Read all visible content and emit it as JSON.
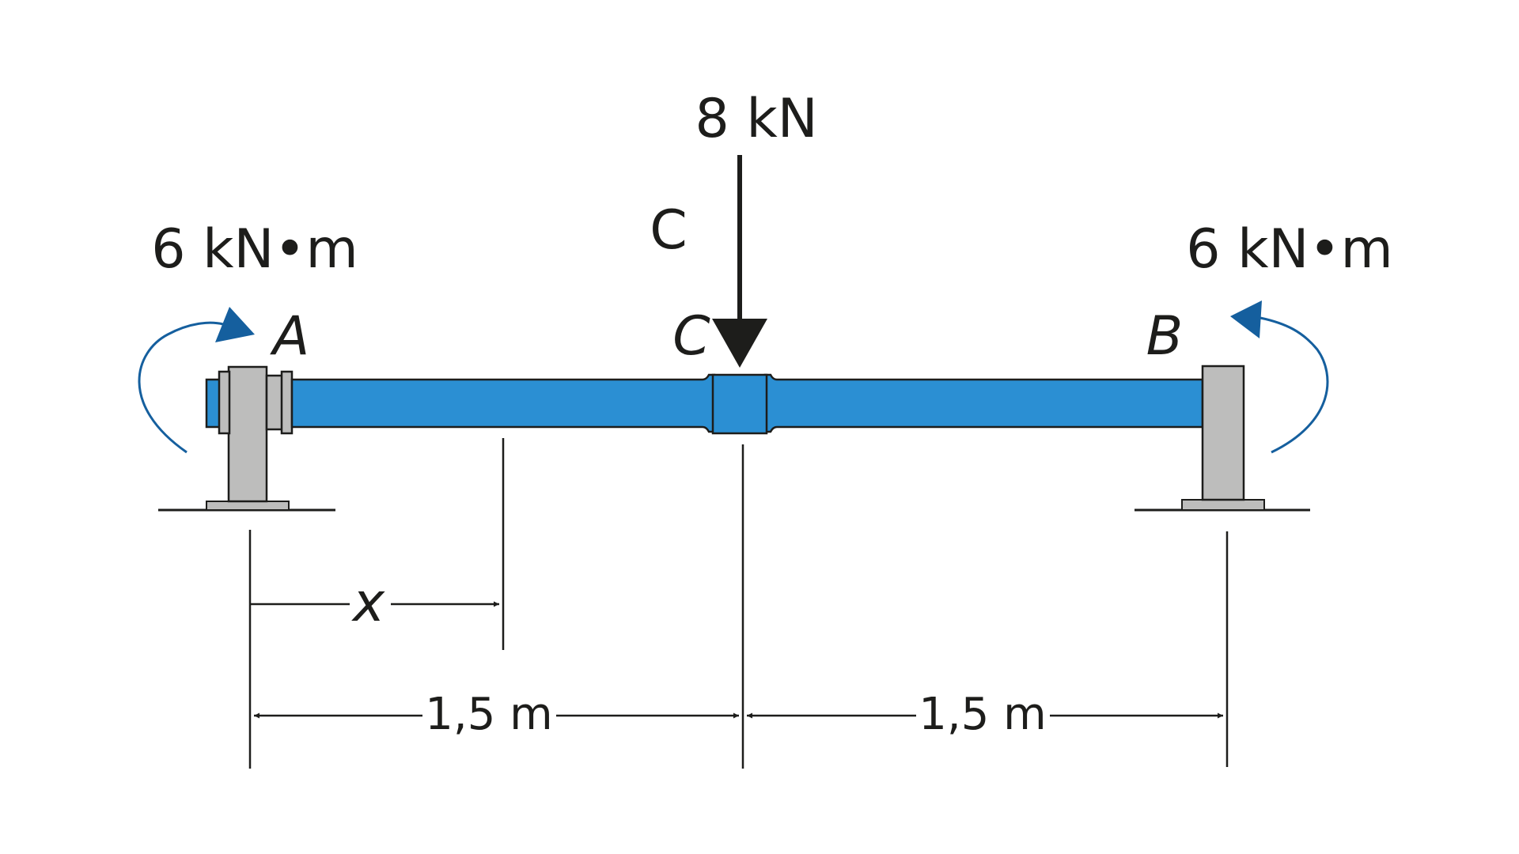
{
  "diagram": {
    "load": {
      "value_label": "8 kN",
      "point_label": "C"
    },
    "moments": {
      "left_label": "6 kN•m",
      "right_label": "6 kN•m"
    },
    "points": {
      "a": "A",
      "b": "B",
      "c": "C"
    },
    "dimensions": {
      "x_label": "x",
      "left_span": "1,5 m",
      "right_span": "1,5 m"
    },
    "colors": {
      "shaft": "#2b8fd3",
      "moment_arrow": "#155f9e",
      "support": "#bdbdbc",
      "ink": "#1d1d1b"
    }
  }
}
